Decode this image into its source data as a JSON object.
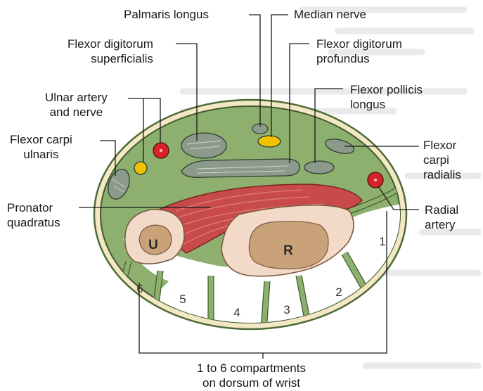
{
  "colors": {
    "background_text": "#c8c8c8",
    "tissue_green": "#8db06e",
    "tissue_light": "#a9c48c",
    "outline": "#3f5a2e",
    "muscle_red": "#c94a4a",
    "bone_pink": "#f3d9c7",
    "bone_marrow": "#c9a27a",
    "artery_red": "#d6222a",
    "nerve_yellow": "#f2c200",
    "tendon_grey": "#8c9a8c",
    "compartment_white": "#ffffff"
  },
  "labels": {
    "palmaris_longus": "Palmaris longus",
    "median_nerve": "Median nerve",
    "fds": [
      "Flexor digitorum",
      "superficialis"
    ],
    "fdp": [
      "Flexor digitorum",
      "profundus"
    ],
    "ulnar_artery_nerve": [
      "Ulnar artery",
      "and nerve"
    ],
    "fpl": [
      "Flexor pollicis",
      "longus"
    ],
    "fcu": [
      "Flexor carpi",
      "ulnaris"
    ],
    "fcr": [
      "Flexor",
      "carpi",
      "radialis"
    ],
    "pronator_quadratus": [
      "Pronator",
      "quadratus"
    ],
    "radial_artery": [
      "Radial",
      "artery"
    ],
    "compartments_caption": [
      "1 to 6 compartments",
      "on dorsum of wrist"
    ]
  },
  "bones": {
    "ulna": "U",
    "radius": "R"
  },
  "compartments": [
    "1",
    "2",
    "3",
    "4",
    "5",
    "6"
  ]
}
